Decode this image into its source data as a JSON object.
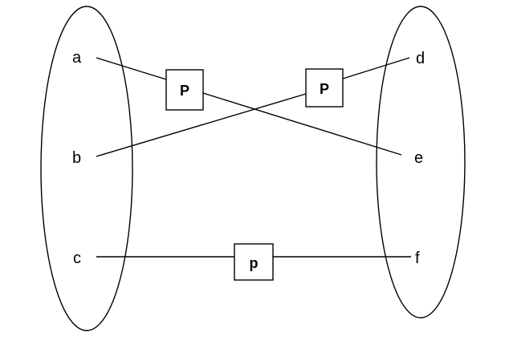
{
  "diagram": {
    "left_set": {
      "nodes": [
        "a",
        "b",
        "c"
      ]
    },
    "right_set": {
      "nodes": [
        "d",
        "e",
        "f"
      ]
    },
    "connections": [
      {
        "from": "a",
        "to": "e",
        "box_label": "P"
      },
      {
        "from": "b",
        "to": "d",
        "box_label": "P"
      },
      {
        "from": "c",
        "to": "f",
        "box_label": "p"
      }
    ]
  }
}
